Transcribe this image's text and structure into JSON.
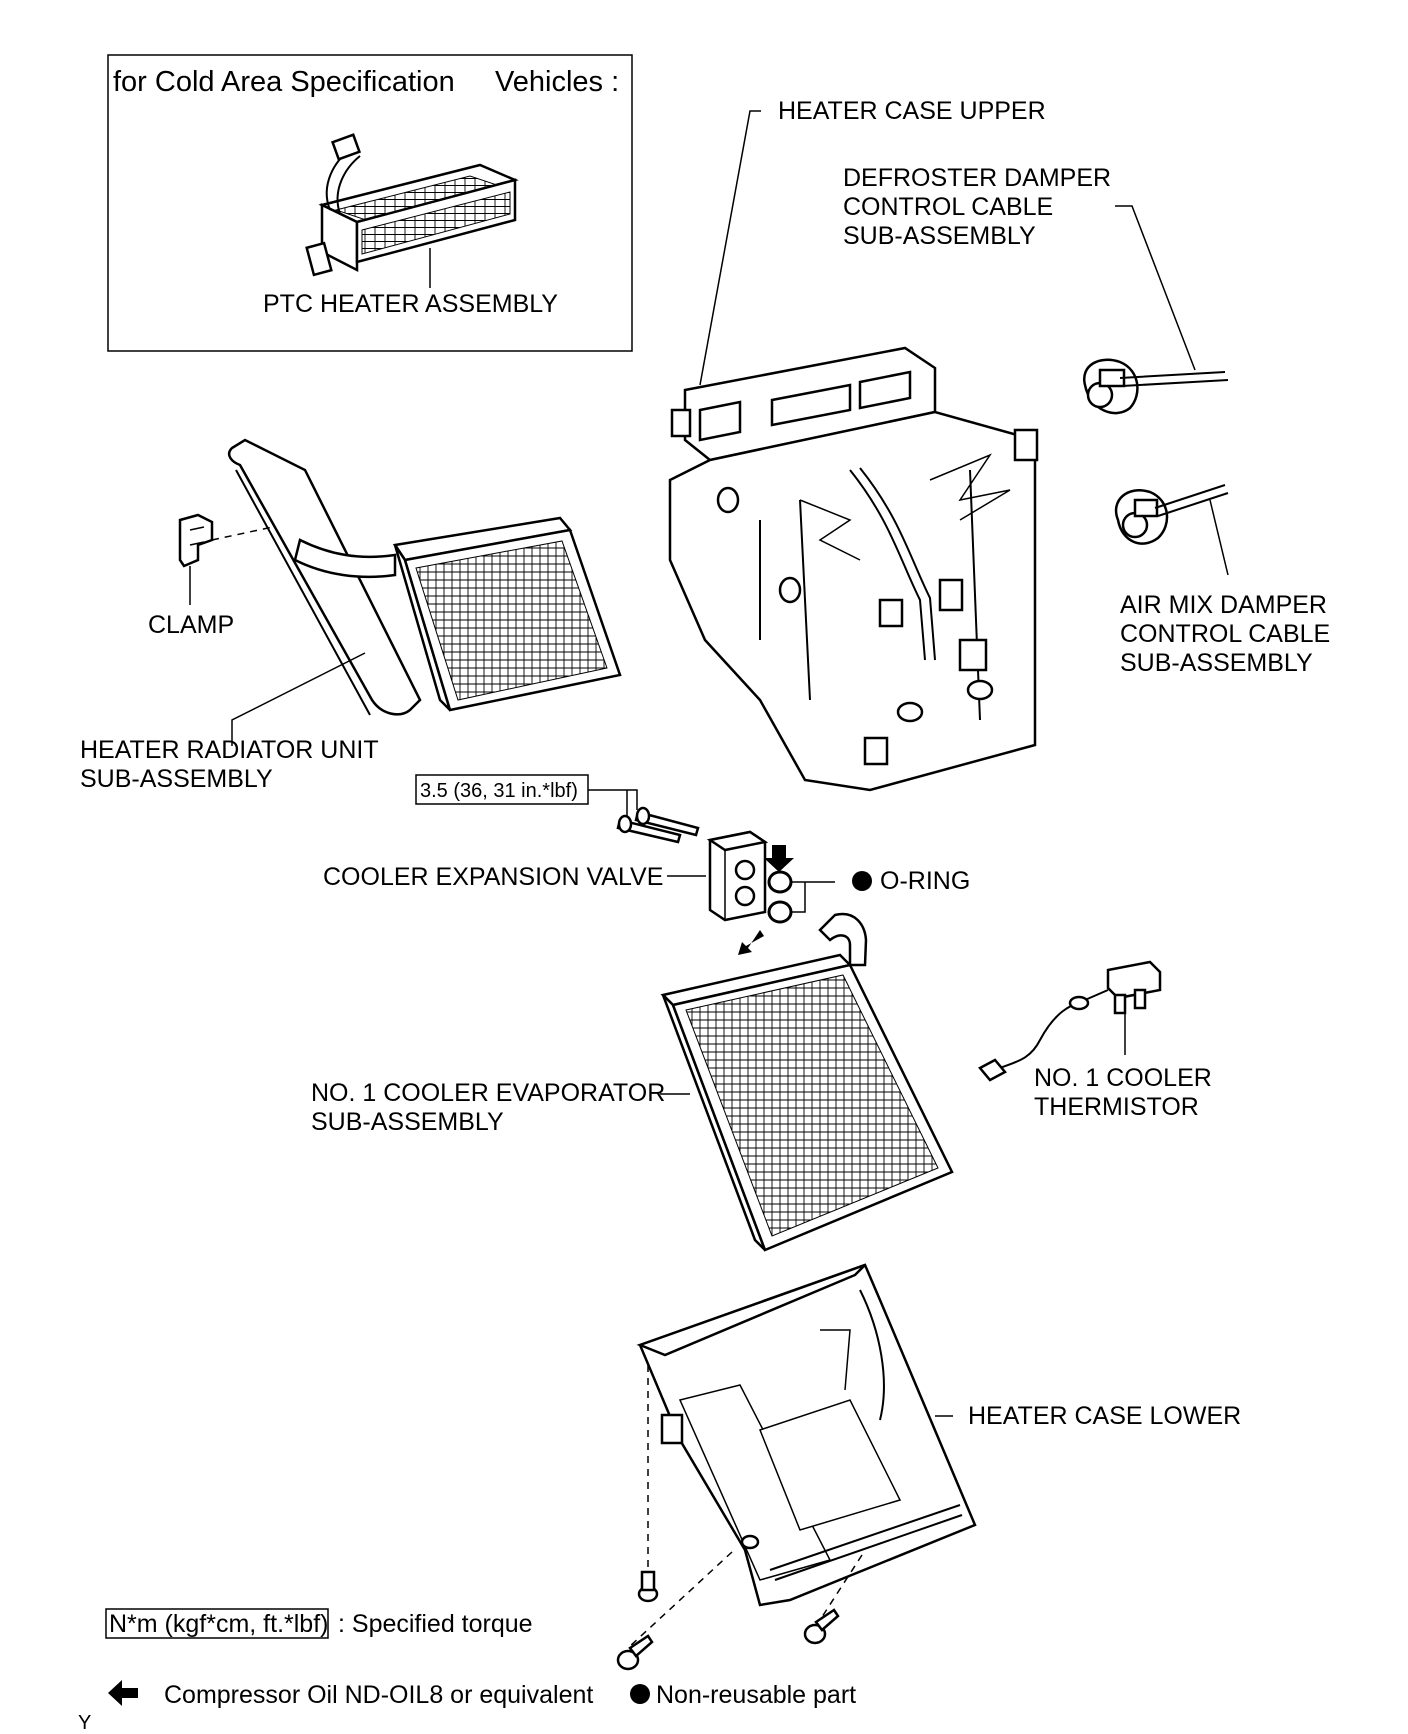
{
  "cold_area_box": {
    "title": "for Cold Area Specification     Vehicles :",
    "ptc_heater_label": "PTC HEATER ASSEMBLY"
  },
  "labels": {
    "heater_case_upper": "HEATER CASE UPPER",
    "defroster_cable_line1": "DEFROSTER DAMPER",
    "defroster_cable_line2": "CONTROL CABLE",
    "defroster_cable_line3": "SUB-ASSEMBLY",
    "clamp": "CLAMP",
    "air_mix_line1": "AIR MIX DAMPER",
    "air_mix_line2": "CONTROL CABLE",
    "air_mix_line3": "SUB-ASSEMBLY",
    "heater_radiator_line1": "HEATER RADIATOR UNIT",
    "heater_radiator_line2": "SUB-ASSEMBLY",
    "torque_value": "3.5 (36, 31 in.*lbf)",
    "cooler_expansion_valve": "COOLER EXPANSION VALVE",
    "o_ring": "O-RING",
    "evaporator_line1": "NO. 1 COOLER EVAPORATOR",
    "evaporator_line2": "SUB-ASSEMBLY",
    "thermistor_line1": "NO. 1 COOLER",
    "thermistor_line2": "THERMISTOR",
    "heater_case_lower": "HEATER CASE LOWER"
  },
  "legend": {
    "torque_unit": "N*m (kgf*cm, ft.*lbf)",
    "torque_desc": ": Specified torque",
    "oil_desc": "Compressor Oil ND-OIL8 or equivalent",
    "nonreusable_desc": "Non-reusable part"
  },
  "figure_code": "Y"
}
